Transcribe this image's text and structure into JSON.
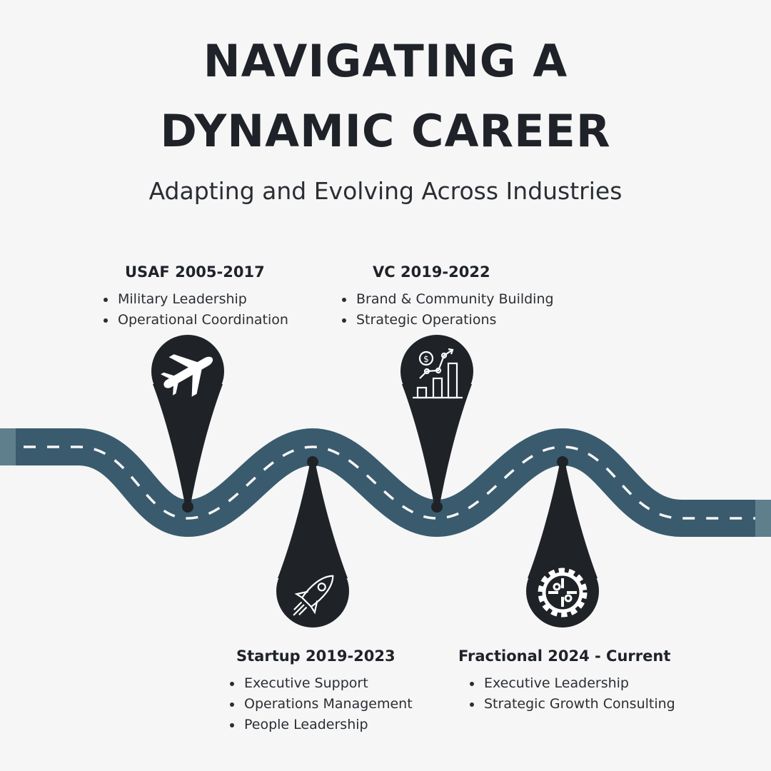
{
  "title": {
    "line1": "NAVIGATING A",
    "line2": "DYNAMIC CAREER"
  },
  "subtitle": "Adapting and Evolving Across Industries",
  "colors": {
    "road": "#3a5b6e",
    "road_cap": "#5f7f8d",
    "pin": "#1f2328",
    "background": "#f6f6f6"
  },
  "milestones": [
    {
      "heading": "USAF 2005-2017",
      "icon": "airplane-icon",
      "items": [
        "Military Leadership",
        "Operational Coordination"
      ]
    },
    {
      "heading": "Startup 2019-2023",
      "icon": "rocket-icon",
      "items": [
        "Executive Support",
        "Operations Management",
        "People Leadership"
      ]
    },
    {
      "heading": "VC 2019-2022",
      "icon": "growth-chart-icon",
      "items": [
        "Brand & Community Building",
        "Strategic Operations"
      ]
    },
    {
      "heading": "Fractional 2024 - Current",
      "icon": "gear-puzzle-icon",
      "items": [
        "Executive Leadership",
        "Strategic Growth Consulting"
      ]
    }
  ]
}
